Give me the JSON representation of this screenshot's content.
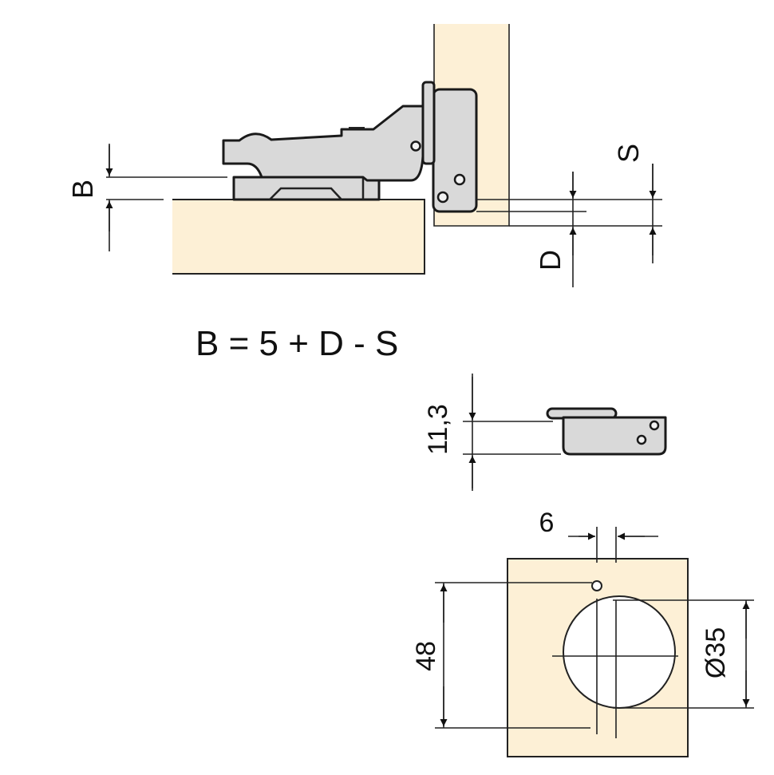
{
  "labels": {
    "b": "B",
    "s": "S",
    "d": "D",
    "formula": "B = 5 + D - S",
    "cup_depth": "11,3",
    "offset": "6",
    "spacing": "48",
    "diameter": "Ø35"
  },
  "colors": {
    "wood": "#fdf0d6",
    "metal": "#d9d9d9",
    "line": "#222222"
  }
}
